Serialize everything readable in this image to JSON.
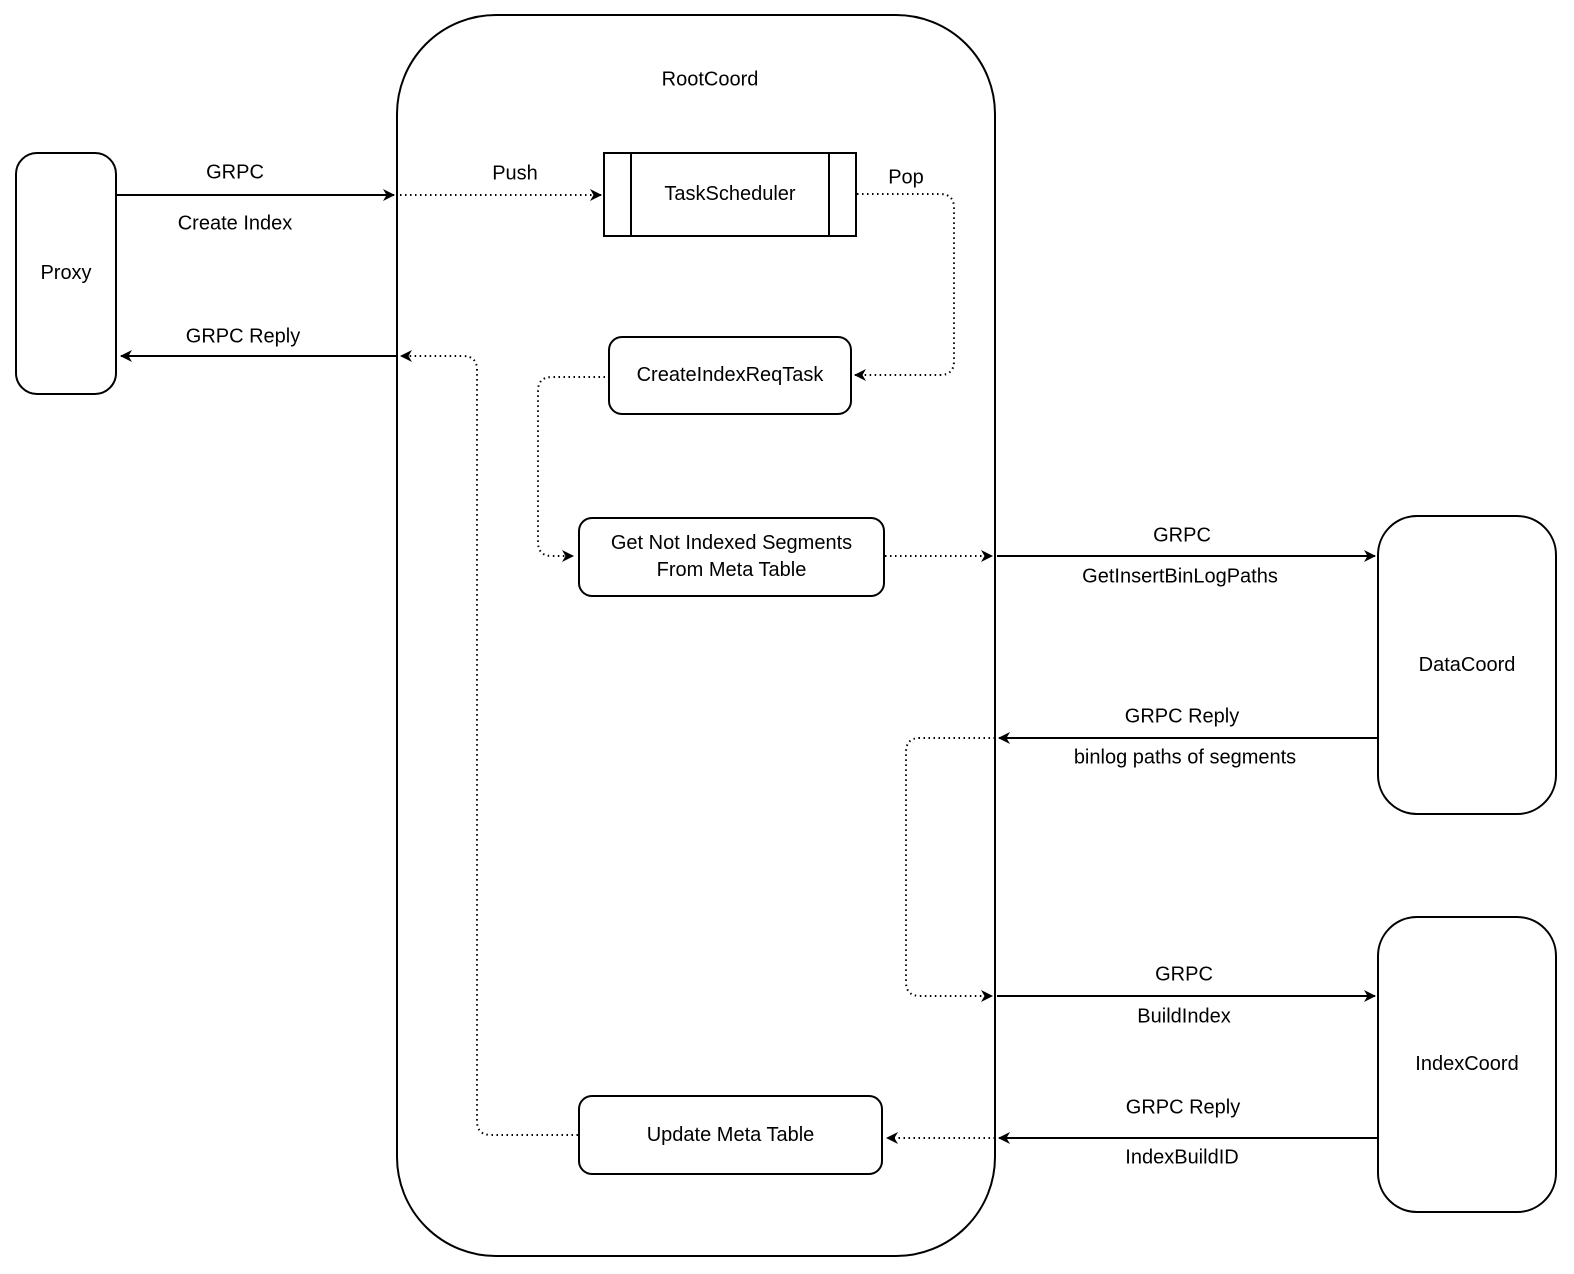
{
  "colors": {
    "stroke": "#000000",
    "background": "#ffffff"
  },
  "rootcoord": {
    "label": "RootCoord"
  },
  "nodes": {
    "proxy": {
      "label": "Proxy"
    },
    "task_scheduler": {
      "label": "TaskScheduler"
    },
    "create_index_req_task": {
      "label": "CreateIndexReqTask"
    },
    "get_not_indexed_segments": {
      "label_line1": "Get Not Indexed Segments",
      "label_line2": "From Meta Table"
    },
    "update_meta_table": {
      "label": "Update Meta Table"
    },
    "data_coord": {
      "label": "DataCoord"
    },
    "index_coord": {
      "label": "IndexCoord"
    }
  },
  "edges": {
    "proxy_to_rootcoord": {
      "label_top": "GRPC",
      "label_bottom": "Create Index"
    },
    "rootcoord_to_proxy": {
      "label_top": "GRPC Reply"
    },
    "push": {
      "label": "Push"
    },
    "pop": {
      "label": "Pop"
    },
    "rootcoord_to_datacoord": {
      "label_top": "GRPC",
      "label_bottom": "GetInsertBinLogPaths"
    },
    "datacoord_to_rootcoord": {
      "label_top": "GRPC Reply",
      "label_bottom": "binlog paths of segments"
    },
    "rootcoord_to_indexcoord": {
      "label_top": "GRPC",
      "label_bottom": "BuildIndex"
    },
    "indexcoord_to_rootcoord": {
      "label_top": "GRPC Reply",
      "label_bottom": "IndexBuildID"
    }
  }
}
